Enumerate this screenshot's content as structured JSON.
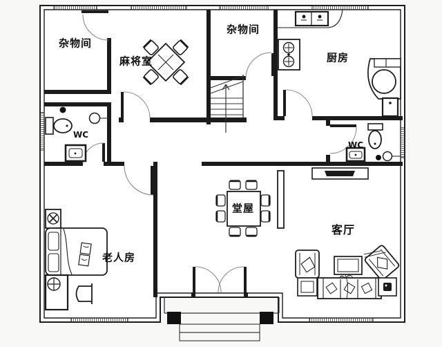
{
  "plan": {
    "type": "residential-floor-plan",
    "colors": {
      "wall": "#1b1b1b",
      "paper": "#f8f8f6",
      "floor": "#ffffff",
      "arc": "#8a8a8a"
    },
    "rooms": [
      {
        "id": "storage-1",
        "label": "杂物间"
      },
      {
        "id": "mahjong-room",
        "label": "麻将室"
      },
      {
        "id": "storage-2",
        "label": "杂物间"
      },
      {
        "id": "kitchen",
        "label": "厨房"
      },
      {
        "id": "wc-left",
        "label": "WC"
      },
      {
        "id": "wc-right",
        "label": "WC"
      },
      {
        "id": "main-hall",
        "label": "堂屋"
      },
      {
        "id": "living-room",
        "label": "客厅"
      },
      {
        "id": "elder-bedroom",
        "label": "老人房"
      }
    ]
  }
}
